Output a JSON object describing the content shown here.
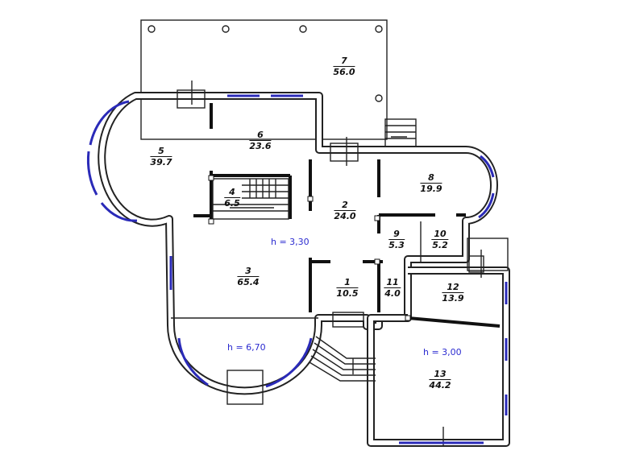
{
  "rooms": [
    {
      "num": "1",
      "area": "10.5"
    },
    {
      "num": "2",
      "area": "24.0"
    },
    {
      "num": "3",
      "area": "65.4"
    },
    {
      "num": "4",
      "area": "6.5"
    },
    {
      "num": "5",
      "area": "39.7"
    },
    {
      "num": "6",
      "area": "23.6"
    },
    {
      "num": "7",
      "area": "56.0"
    },
    {
      "num": "8",
      "area": "19.9"
    },
    {
      "num": "9",
      "area": "5.3"
    },
    {
      "num": "10",
      "area": "5.2"
    },
    {
      "num": "11",
      "area": "4.0"
    },
    {
      "num": "12",
      "area": "13.9"
    },
    {
      "num": "13",
      "area": "44.2"
    }
  ],
  "heights": [
    {
      "text": "h = 3,30"
    },
    {
      "text": "h = 6,70"
    },
    {
      "text": "h = 3,00"
    }
  ],
  "colors": {
    "wall": "#222222",
    "window": "#2a2ab8",
    "height_label": "#2b2bd0"
  }
}
